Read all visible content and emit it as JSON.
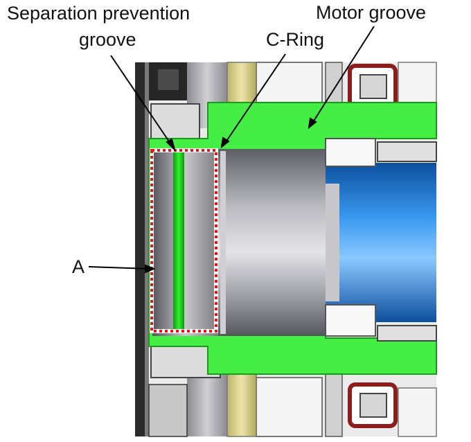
{
  "labels": {
    "separation_line1": "Separation prevention",
    "separation_line2": "groove",
    "c_ring": "C-Ring",
    "motor_groove": "Motor groove",
    "a": "A"
  },
  "colors": {
    "highlight_green": "#44ee44",
    "groove_green": "#11cc11",
    "dashed_outline": "#ee1111",
    "shaft_blue": "#1a7fd6",
    "seal_red": "#8b1d1d",
    "ring_tan": "#d8cf90"
  }
}
